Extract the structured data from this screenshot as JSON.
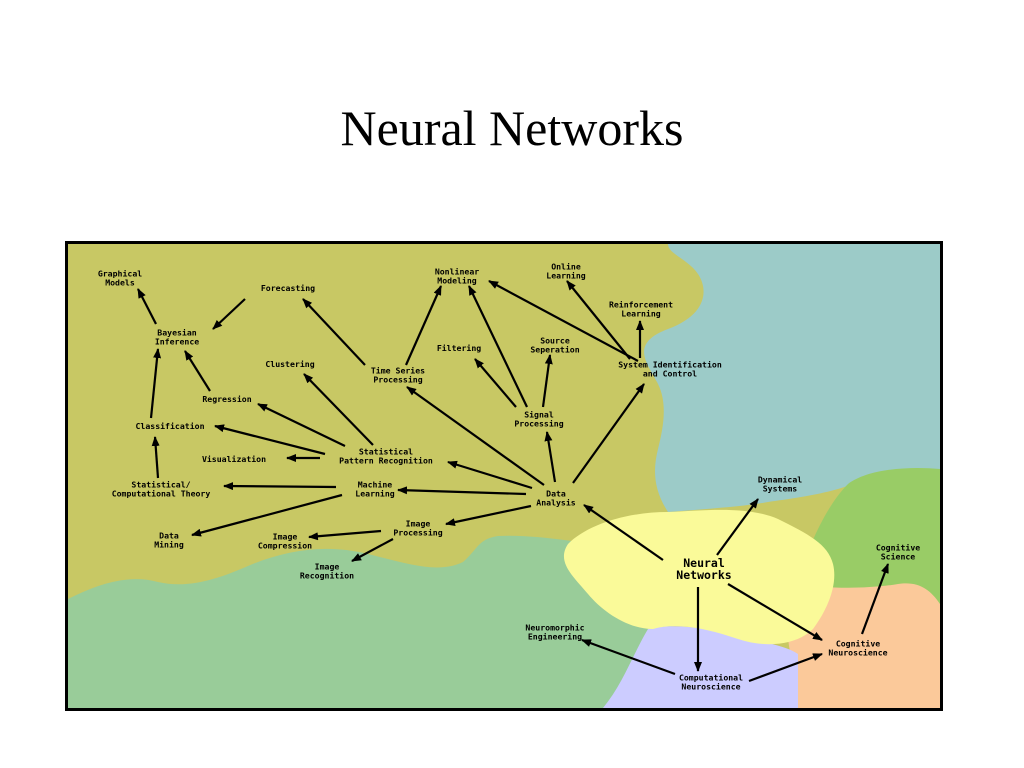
{
  "slide": {
    "title": "Neural Networks"
  },
  "colors": {
    "data_analysis_region": "#c8c864",
    "control_region": "#9ccbc8",
    "modeling_region": "#99cc99",
    "neural_networks_region": "#fafa99",
    "computational_neuroscience_region": "#ccccff",
    "cognitive_neuroscience_region": "#fbc99a",
    "cognitive_science_region": "#99cc66"
  },
  "nodes": {
    "graphical_models": [
      "Graphical",
      "Models"
    ],
    "forecasting": [
      "Forecasting"
    ],
    "nonlinear_modeling": [
      "Nonlinear",
      "Modeling"
    ],
    "online_learning": [
      "Online",
      "Learning"
    ],
    "reinforcement_learning": [
      "Reinforcement",
      "Learning"
    ],
    "bayesian_inference": [
      "Bayesian",
      "Inference"
    ],
    "filtering": [
      "Filtering"
    ],
    "source_separation": [
      "Source",
      "Seperation"
    ],
    "system_identification": [
      "System Identification",
      "and Control"
    ],
    "clustering": [
      "Clustering"
    ],
    "time_series": [
      "Time Series",
      "Processing"
    ],
    "regression": [
      "Regression"
    ],
    "signal_processing": [
      "Signal",
      "Processing"
    ],
    "classification": [
      "Classification"
    ],
    "statistical_pattern": [
      "Statistical",
      "Pattern Recognition"
    ],
    "visualization": [
      "Visualization"
    ],
    "statistical_theory": [
      "Statistical/",
      "Computational Theory"
    ],
    "machine_learning": [
      "Machine",
      "Learning"
    ],
    "data_analysis": [
      "Data",
      "Analysis"
    ],
    "dynamical_systems": [
      "Dynamical",
      "Systems"
    ],
    "data_mining": [
      "Data",
      "Mining"
    ],
    "image_processing": [
      "Image",
      "Processing"
    ],
    "image_compression": [
      "Image",
      "Compression"
    ],
    "image_recognition": [
      "Image",
      "Recognition"
    ],
    "neural_networks": [
      "Neural",
      "Networks"
    ],
    "cognitive_science": [
      "Cognitive",
      "Science"
    ],
    "neuromorphic_engineering": [
      "Neuromorphic",
      "Engineering"
    ],
    "cognitive_neuroscience": [
      "Cognitive",
      "Neuroscience"
    ],
    "computational_neuroscience": [
      "Computational",
      "Neuroscience"
    ]
  },
  "edges": [
    [
      "bayesian_inference",
      "graphical_models"
    ],
    [
      "forecasting",
      "bayesian_inference"
    ],
    [
      "regression",
      "bayesian_inference"
    ],
    [
      "classification",
      "bayesian_inference"
    ],
    [
      "statistical_theory",
      "classification"
    ],
    [
      "time_series",
      "forecasting"
    ],
    [
      "time_series",
      "nonlinear_modeling"
    ],
    [
      "signal_processing",
      "nonlinear_modeling"
    ],
    [
      "signal_processing",
      "filtering"
    ],
    [
      "signal_processing",
      "source_separation"
    ],
    [
      "system_identification",
      "nonlinear_modeling"
    ],
    [
      "system_identification",
      "online_learning"
    ],
    [
      "system_identification",
      "reinforcement_learning"
    ],
    [
      "statistical_pattern",
      "clustering"
    ],
    [
      "statistical_pattern",
      "regression"
    ],
    [
      "statistical_pattern",
      "classification"
    ],
    [
      "statistical_pattern",
      "visualization"
    ],
    [
      "machine_learning",
      "statistical_theory"
    ],
    [
      "machine_learning",
      "data_mining"
    ],
    [
      "image_processing",
      "image_compression"
    ],
    [
      "image_processing",
      "image_recognition"
    ],
    [
      "data_analysis",
      "time_series"
    ],
    [
      "data_analysis",
      "statistical_pattern"
    ],
    [
      "data_analysis",
      "machine_learning"
    ],
    [
      "data_analysis",
      "image_processing"
    ],
    [
      "data_analysis",
      "signal_processing"
    ],
    [
      "data_analysis",
      "system_identification"
    ],
    [
      "neural_networks",
      "data_analysis"
    ],
    [
      "neural_networks",
      "dynamical_systems"
    ],
    [
      "neural_networks",
      "computational_neuroscience"
    ],
    [
      "neural_networks",
      "cognitive_neuroscience"
    ],
    [
      "computational_neuroscience",
      "neuromorphic_engineering"
    ],
    [
      "computational_neuroscience",
      "cognitive_neuroscience"
    ],
    [
      "cognitive_neuroscience",
      "cognitive_science"
    ]
  ]
}
